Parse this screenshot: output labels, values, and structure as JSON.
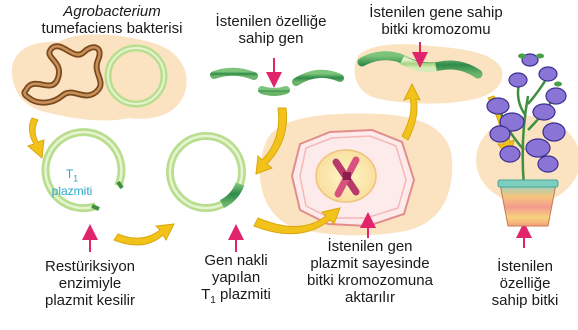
{
  "bacterium": {
    "name": "Agrobacterium",
    "species": "tumefaciens bakterisi"
  },
  "gene": {
    "line1": "İstenilen özelliğe",
    "line2": "sahip gen"
  },
  "chromosome": {
    "line1": "İstenilen gene sahip",
    "line2": "bitki kromozomu"
  },
  "plasmid": {
    "name": "T",
    "sub": "1",
    "word": "plazmiti"
  },
  "cut": {
    "line1": "Restüriksiyon",
    "line2": "enzimiyle",
    "line3": "plazmit kesilir"
  },
  "recombinant": {
    "line1": "Gen nakli",
    "line2": "yapılan",
    "line3_main": "T",
    "line3_sub": "1",
    "line3_rest": " plazmiti"
  },
  "transfer": {
    "line1": "İstenilen gen",
    "line2": "plazmit sayesinde",
    "line3": "bitki kromozomuna",
    "line4": "aktarılır"
  },
  "result": {
    "line1": "İstenilen",
    "line2": "özelliğe",
    "line3": "sahip bitki"
  },
  "colors": {
    "ring": "#b9de8f",
    "ring_dark": "#3f8f3f",
    "gene": "#3f9a54",
    "arrow": "#f2c21b",
    "pink_arrow": "#e0256d",
    "blob": "#fbe3c2"
  }
}
